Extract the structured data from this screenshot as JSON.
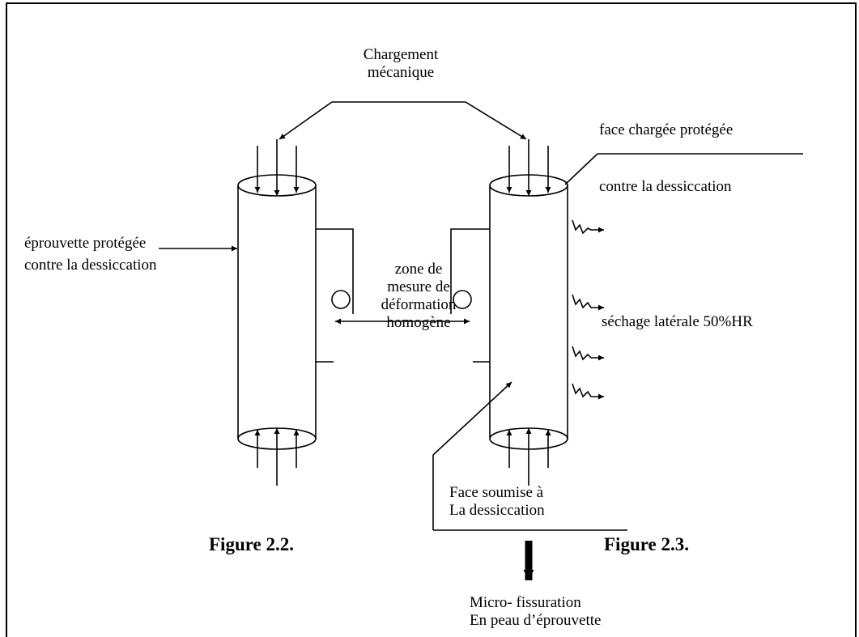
{
  "labels": {
    "chargement": [
      "Chargement",
      "mécanique"
    ],
    "face_chargee": [
      "face  chargée protégée",
      "contre la dessiccation"
    ],
    "eprouvette": [
      "éprouvette protégée",
      "contre la dessiccation"
    ],
    "zone": [
      "zone de",
      "mesure de",
      "déformation",
      "homogène"
    ],
    "sechage": "séchage latérale 50%HR",
    "face_soumise": [
      "Face soumise à",
      "La dessiccation"
    ],
    "figure_left": "Figure 2.2.",
    "figure_right": "Figure 2.3.",
    "micro": [
      "Micro- fissuration",
      "En peau d’éprouvette"
    ]
  },
  "colors": {
    "ink": "#000000",
    "background": "#ffffff"
  }
}
